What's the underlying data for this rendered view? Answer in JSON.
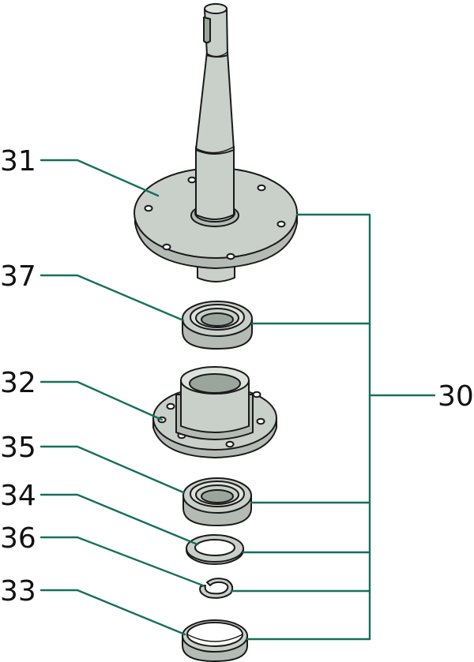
{
  "colors": {
    "part_fill": "#c9cfc9",
    "part_shade": "#b4bbb4",
    "part_light": "#dde2dd",
    "bore_fill": "#9aa69c",
    "outline": "#1a1a1a",
    "leader": "#15705a"
  },
  "callouts": {
    "shaft_flange": "31",
    "upper_bearing": "37",
    "bearing_housing": "32",
    "lower_bearing": "35",
    "washer": "34",
    "circlip": "36",
    "seal_ring": "33",
    "assembly": "30"
  }
}
